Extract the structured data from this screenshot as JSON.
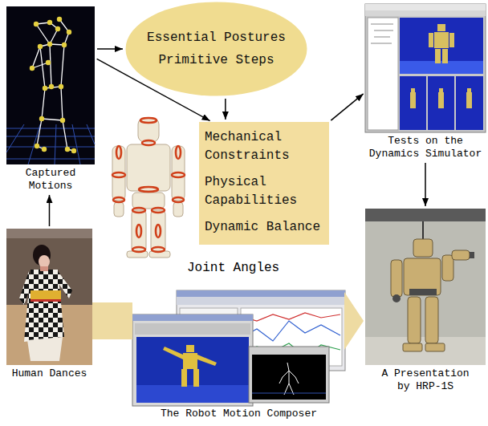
{
  "diagram": {
    "nodes": [
      {
        "text": [
          "Captured Motions"
        ]
      },
      {
        "text": [
          "Essential Postures",
          "Primitive Steps"
        ]
      },
      {
        "text": [
          "Tests on the Dynamics Simulator"
        ]
      },
      {
        "text": [
          "Joint Angles"
        ]
      },
      {
        "text": [
          "Mechanical Constraints",
          "Physical Capabilities",
          "Dynamic Balance"
        ]
      },
      {
        "text": [
          "Human Dances"
        ]
      },
      {
        "text": [
          "A Presentation by HRP-1S"
        ]
      },
      {
        "text": [
          "The Robot Motion Composer"
        ]
      }
    ],
    "edges": [
      {
        "from": 0,
        "to": 1,
        "arrow": "to"
      },
      {
        "from": 0,
        "to": 4,
        "arrow": "to"
      },
      {
        "from": 1,
        "to": 4,
        "arrow": "to"
      },
      {
        "from": 4,
        "to": 2,
        "arrow": "to"
      },
      {
        "from": 2,
        "to": 6,
        "arrow": "to"
      },
      {
        "from": 5,
        "to": 0,
        "arrow": "to"
      },
      {
        "from": 5,
        "to": 7,
        "arrow": "none"
      },
      {
        "from": 7,
        "to": 6,
        "arrow": "to"
      }
    ]
  }
}
